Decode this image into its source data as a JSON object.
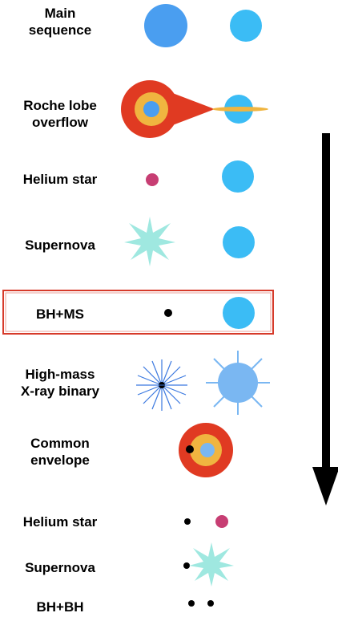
{
  "stages": [
    {
      "label": "Main\nsequence"
    },
    {
      "label": "Roche lobe\noverflow"
    },
    {
      "label": "Helium star"
    },
    {
      "label": "Supernova"
    },
    {
      "label": "BH+MS"
    },
    {
      "label": "High-mass\nX-ray binary"
    },
    {
      "label": "Common\nenvelope"
    },
    {
      "label": "Helium star"
    },
    {
      "label": "Supernova"
    },
    {
      "label": "BH+BH"
    }
  ],
  "colors": {
    "main_sequence_primary": "#4a9ef0",
    "main_sequence_companion": "#3bbcf5",
    "helium_star": "#c73e73",
    "roche_envelope": "#e03a22",
    "roche_inner": "#f0b540",
    "accretion_disk": "#f0b540",
    "supernova": "#9fe8e0",
    "black_hole": "#000000",
    "highlight_box": "#d63a2a",
    "hmxb_companion": "#7ab7f2",
    "hmxb_bh_rays": "#3a78e0",
    "arrow": "#000000"
  },
  "highlighted_stage": "BH+MS"
}
